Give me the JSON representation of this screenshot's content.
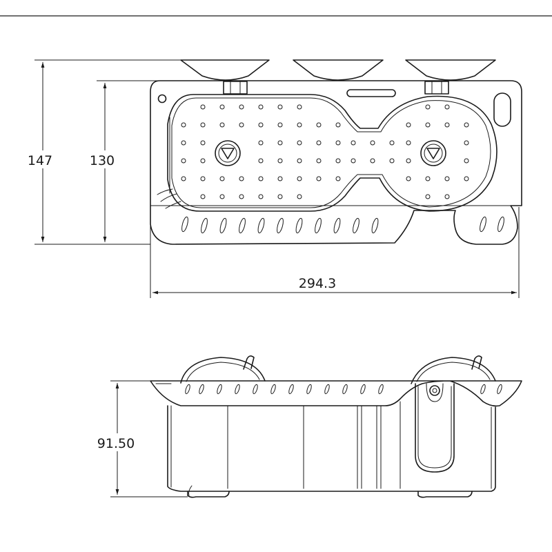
{
  "dimensions": {
    "overall_height": "147",
    "body_height": "130",
    "width": "294.3",
    "side_height": "91.50"
  },
  "icons": {
    "drain_left": "triangle-down-icon",
    "drain_right": "triangle-down-icon"
  },
  "colors": {
    "line": "#1a1a1a",
    "background": "#ffffff"
  }
}
